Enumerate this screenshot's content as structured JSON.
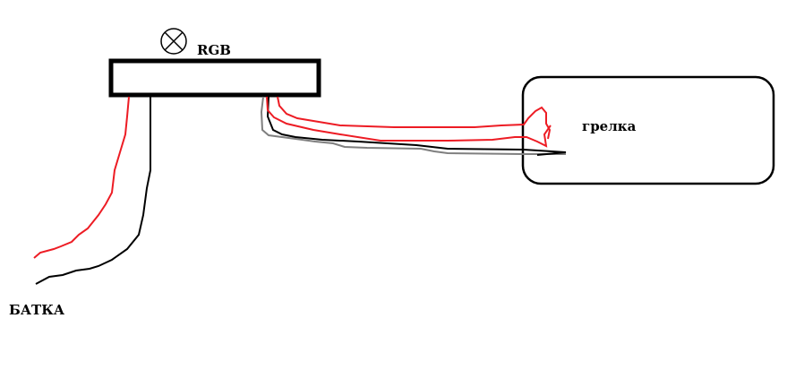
{
  "labels": {
    "controller": "RGB",
    "heater": "грелка",
    "battery": "БАТКА"
  },
  "colors": {
    "red_wire": "#ed1c24",
    "black_wire": "#000000",
    "gray_wire": "#7f7f7f"
  }
}
